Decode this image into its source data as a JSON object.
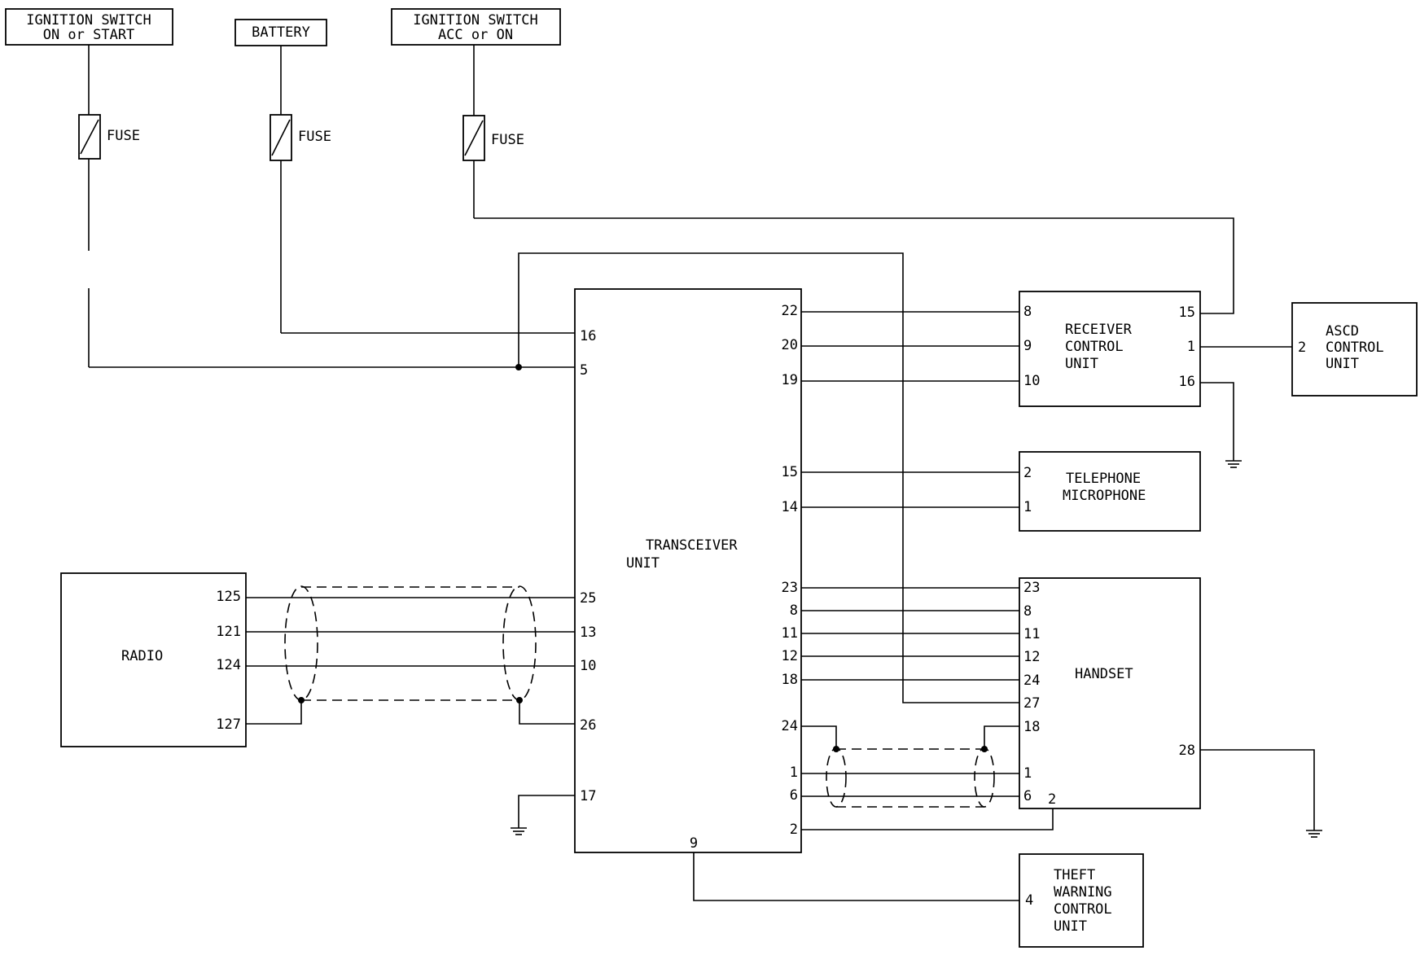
{
  "sources": {
    "ign_on_start": [
      "IGNITION SWITCH",
      "ON or START"
    ],
    "battery": "BATTERY",
    "ign_acc_on": [
      "IGNITION SWITCH",
      "ACC or ON"
    ]
  },
  "fuse_label": "FUSE",
  "components": {
    "transceiver": [
      "TRANSCEIVER",
      "UNIT"
    ],
    "receiver": [
      "RECEIVER",
      "CONTROL",
      "UNIT"
    ],
    "ascd": [
      "ASCD",
      "CONTROL",
      "UNIT"
    ],
    "microphone": [
      "TELEPHONE",
      "MICROPHONE"
    ],
    "handset": "HANDSET",
    "radio": "RADIO",
    "theft": [
      "THEFT",
      "WARNING",
      "CONTROL",
      "UNIT"
    ]
  },
  "pins": {
    "t_16": "16",
    "t_5": "5",
    "t_22": "22",
    "t_20": "20",
    "t_19": "19",
    "t_15": "15",
    "t_14": "14",
    "t_23": "23",
    "t_8": "8",
    "t_11": "11",
    "t_12": "12",
    "t_18": "18",
    "t_24": "24",
    "t_1": "1",
    "t_6": "6",
    "t_2": "2",
    "t_25": "25",
    "t_13": "13",
    "t_10": "10",
    "t_26": "26",
    "t_17": "17",
    "t_9": "9",
    "r_8": "8",
    "r_9": "9",
    "r_10": "10",
    "r_15": "15",
    "r_1": "1",
    "r_16": "16",
    "a_2": "2",
    "m_2": "2",
    "m_1": "1",
    "h_23": "23",
    "h_8": "8",
    "h_11": "11",
    "h_12": "12",
    "h_24": "24",
    "h_27": "27",
    "h_18": "18",
    "h_1": "1",
    "h_6": "6",
    "h_2": "2",
    "h_28": "28",
    "rad_125": "125",
    "rad_121": "121",
    "rad_124": "124",
    "rad_127": "127",
    "tw_4": "4"
  }
}
